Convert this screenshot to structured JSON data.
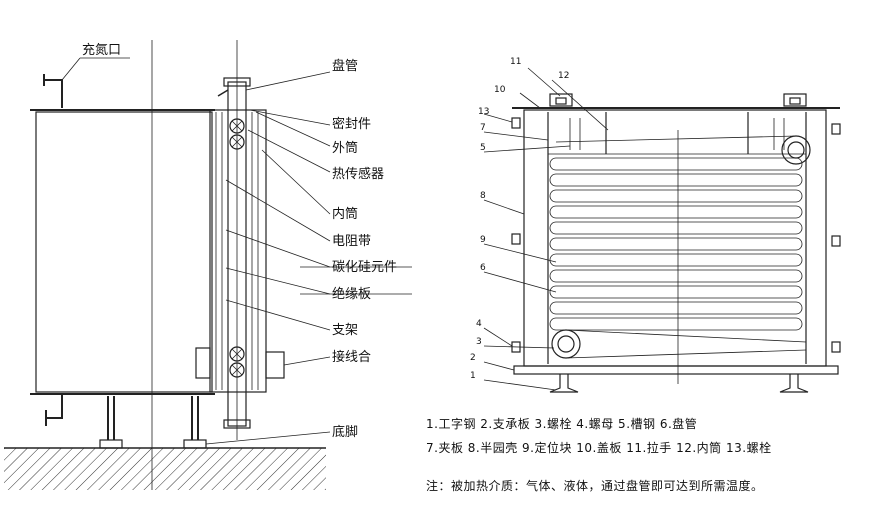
{
  "left_diagram": {
    "labels": {
      "nitrogen_inlet": "充氮口",
      "coil": "盘管",
      "seal": "密封件",
      "outer_tube": "外筒",
      "thermal_sensor": "热传感器",
      "inner_tube": "内筒",
      "resistance_band": "电阻带",
      "sic_element": "碳化硅元件",
      "insulation_board": "绝缘板",
      "support": "支架",
      "junction_box": "接线合",
      "base_foot": "底脚"
    }
  },
  "right_diagram": {
    "numbers": {
      "n1": "1",
      "n2": "2",
      "n3": "3",
      "n4": "4",
      "n5": "5",
      "n6": "6",
      "n7": "7",
      "n8": "8",
      "n9": "9",
      "n10": "10",
      "n11": "11",
      "n12": "12",
      "n13": "13"
    }
  },
  "legend": {
    "line1": "1.工字钢 2.支承板 3.螺栓  4.螺母  5.槽钢  6.盘管",
    "line2": "7.夹板  8.半园壳 9.定位块 10.盖板 11.拉手 12.内筒 13.螺栓",
    "note": "注：被加热介质：气体、液体，通过盘管即可达到所需温度。"
  }
}
